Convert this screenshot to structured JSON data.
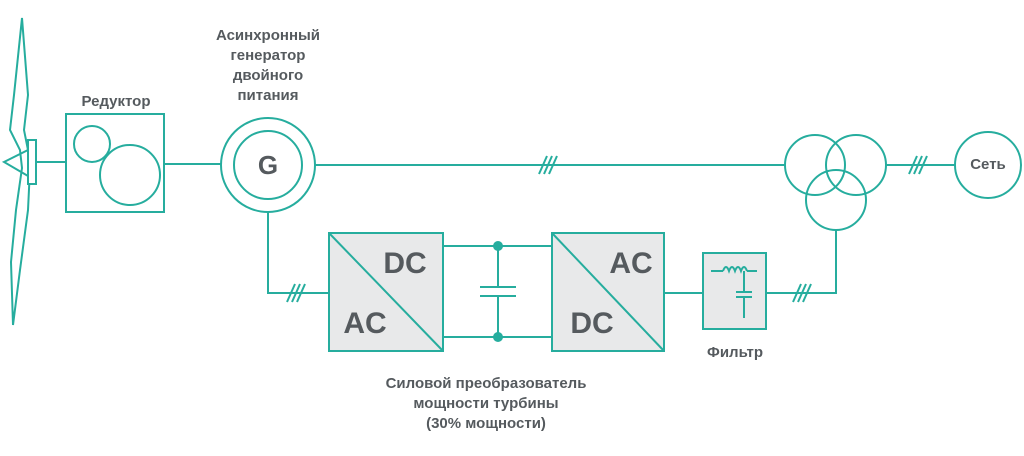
{
  "colors": {
    "line": "#26ad9e",
    "box_fill": "#e8e9ea",
    "text": "#555a5e"
  },
  "labels": {
    "gearbox": "Редуктор",
    "generator_line1": "Асинхронный",
    "generator_line2": "генератор",
    "generator_line3": "двойного",
    "generator_line4": "питания",
    "grid": "Сеть",
    "filter": "Фильтр",
    "converter_line1": "Силовой преобразователь",
    "converter_line2": "мощности турбины",
    "converter_line3": "(30% мощности)"
  },
  "symbols": {
    "generator": "G",
    "rectifier_top": "DC",
    "rectifier_bottom": "AC",
    "inverter_top": "AC",
    "inverter_bottom": "DC"
  },
  "icons": [
    "wind-turbine-icon",
    "gearbox-icon",
    "generator-icon",
    "transformer-icon",
    "grid-icon",
    "filter-icon",
    "capacitor-icon"
  ]
}
